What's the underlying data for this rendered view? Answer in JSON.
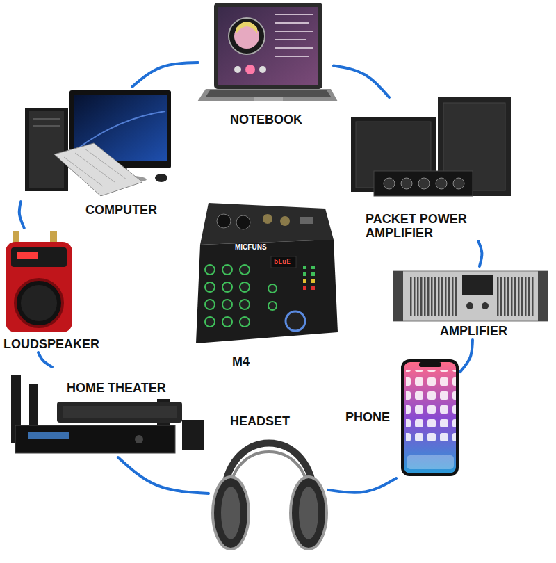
{
  "diagram": {
    "nodes": [
      {
        "text": [
          "NOTEBOOK"
        ]
      },
      {
        "text": [
          "COMPUTER"
        ]
      },
      {
        "text": [
          "PACKET POWER AMPLIFIER"
        ]
      },
      {
        "text": [
          "M4"
        ]
      },
      {
        "text": [
          "LOUDSPEAKER"
        ]
      },
      {
        "text": [
          "AMPLIFIER"
        ]
      },
      {
        "text": [
          "HOME THEATER"
        ]
      },
      {
        "text": [
          "HEADSET"
        ]
      },
      {
        "text": [
          "PHONE"
        ]
      }
    ],
    "edges": [
      {
        "from": 0,
        "to": 2,
        "arrow": "none"
      },
      {
        "from": 2,
        "to": 5,
        "arrow": "none"
      },
      {
        "from": 5,
        "to": 8,
        "arrow": "none"
      },
      {
        "from": 8,
        "to": 7,
        "arrow": "none"
      },
      {
        "from": 7,
        "to": 6,
        "arrow": "none"
      },
      {
        "from": 6,
        "to": 4,
        "arrow": "none"
      },
      {
        "from": 4,
        "to": 1,
        "arrow": "none"
      },
      {
        "from": 1,
        "to": 0,
        "arrow": "none"
      }
    ],
    "labels": [
      "MICFUNS",
      "bLuE"
    ]
  }
}
